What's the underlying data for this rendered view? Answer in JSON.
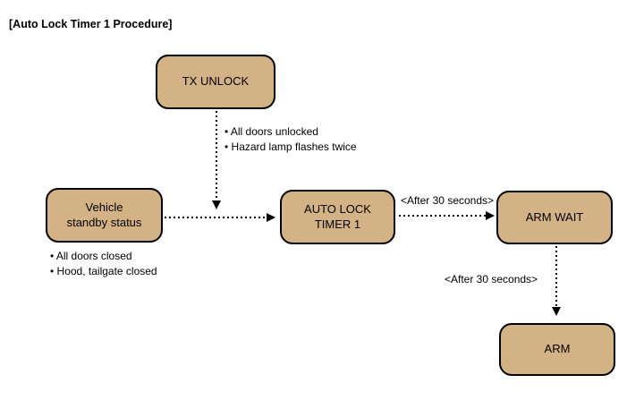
{
  "title": "[Auto Lock Timer 1 Procedure]",
  "nodes": {
    "tx_unlock": {
      "label": "TX UNLOCK"
    },
    "vehicle_standby": {
      "line1": "Vehicle",
      "line2": "standby status"
    },
    "auto_lock_timer": {
      "line1": "AUTO LOCK",
      "line2": "TIMER 1"
    },
    "arm_wait": {
      "label": "ARM WAIT"
    },
    "arm": {
      "label": "ARM"
    }
  },
  "notes": {
    "tx_unlock": [
      "• All doors unlocked",
      "• Hazard lamp flashes twice"
    ],
    "vehicle_standby": [
      "• All doors closed",
      "• Hood, tailgate closed"
    ]
  },
  "edges": {
    "timer_to_arm_wait_label": "<After 30 seconds>",
    "arm_wait_to_arm_label": "<After 30 seconds>"
  },
  "colors": {
    "node_fill": "#D3B286",
    "node_border": "#000000",
    "text": "#000000",
    "background": "#FFFFFF"
  }
}
